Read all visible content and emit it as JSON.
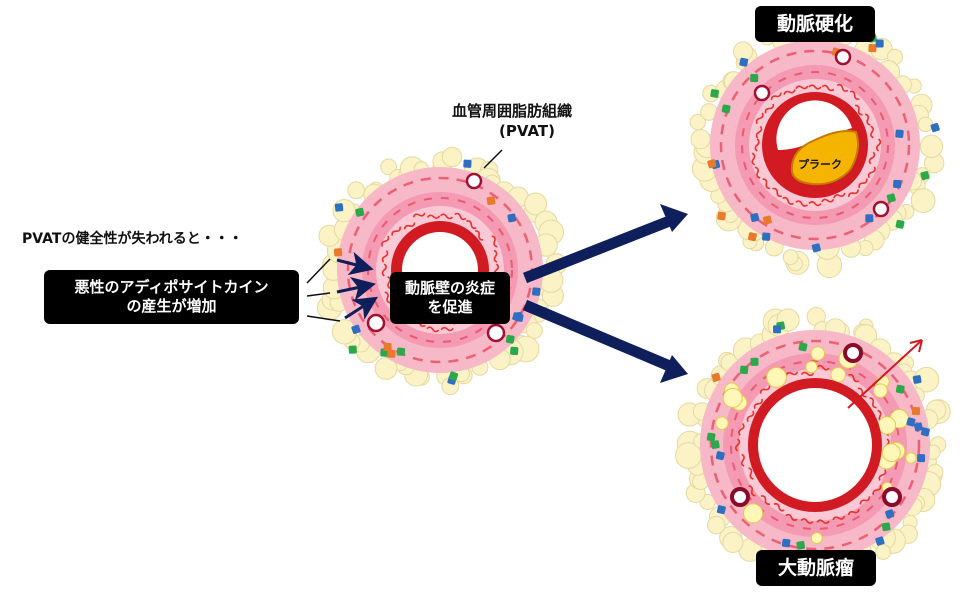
{
  "labels": {
    "pvat_title": "血管周囲脂肪組織",
    "pvat_abbr": "(PVAT)",
    "pvat_health": "PVATの健全性が失われると・・・",
    "adipo_line1": "悪性のアディポサイトカイン",
    "adipo_line2": "の産生が増加",
    "inflam_line1": "動脈壁の炎症",
    "inflam_line2": "を促進",
    "atherosclerosis": "動脈硬化",
    "plaque": "プラーク",
    "aneurysm": "大動脈瘤"
  },
  "colors": {
    "fat": "#fbf2c6",
    "fat_outline": "#e5d9a0",
    "outer_wall": "#f7b8c8",
    "middle_wall": "#f49ab2",
    "inner_band": "#fbc8d6",
    "lumen_ring": "#d11a22",
    "plaque": "#f4b400",
    "arrow_navy": "#0f1f5c",
    "dash_red": "#e84a5f",
    "box_bg": "#000000"
  }
}
